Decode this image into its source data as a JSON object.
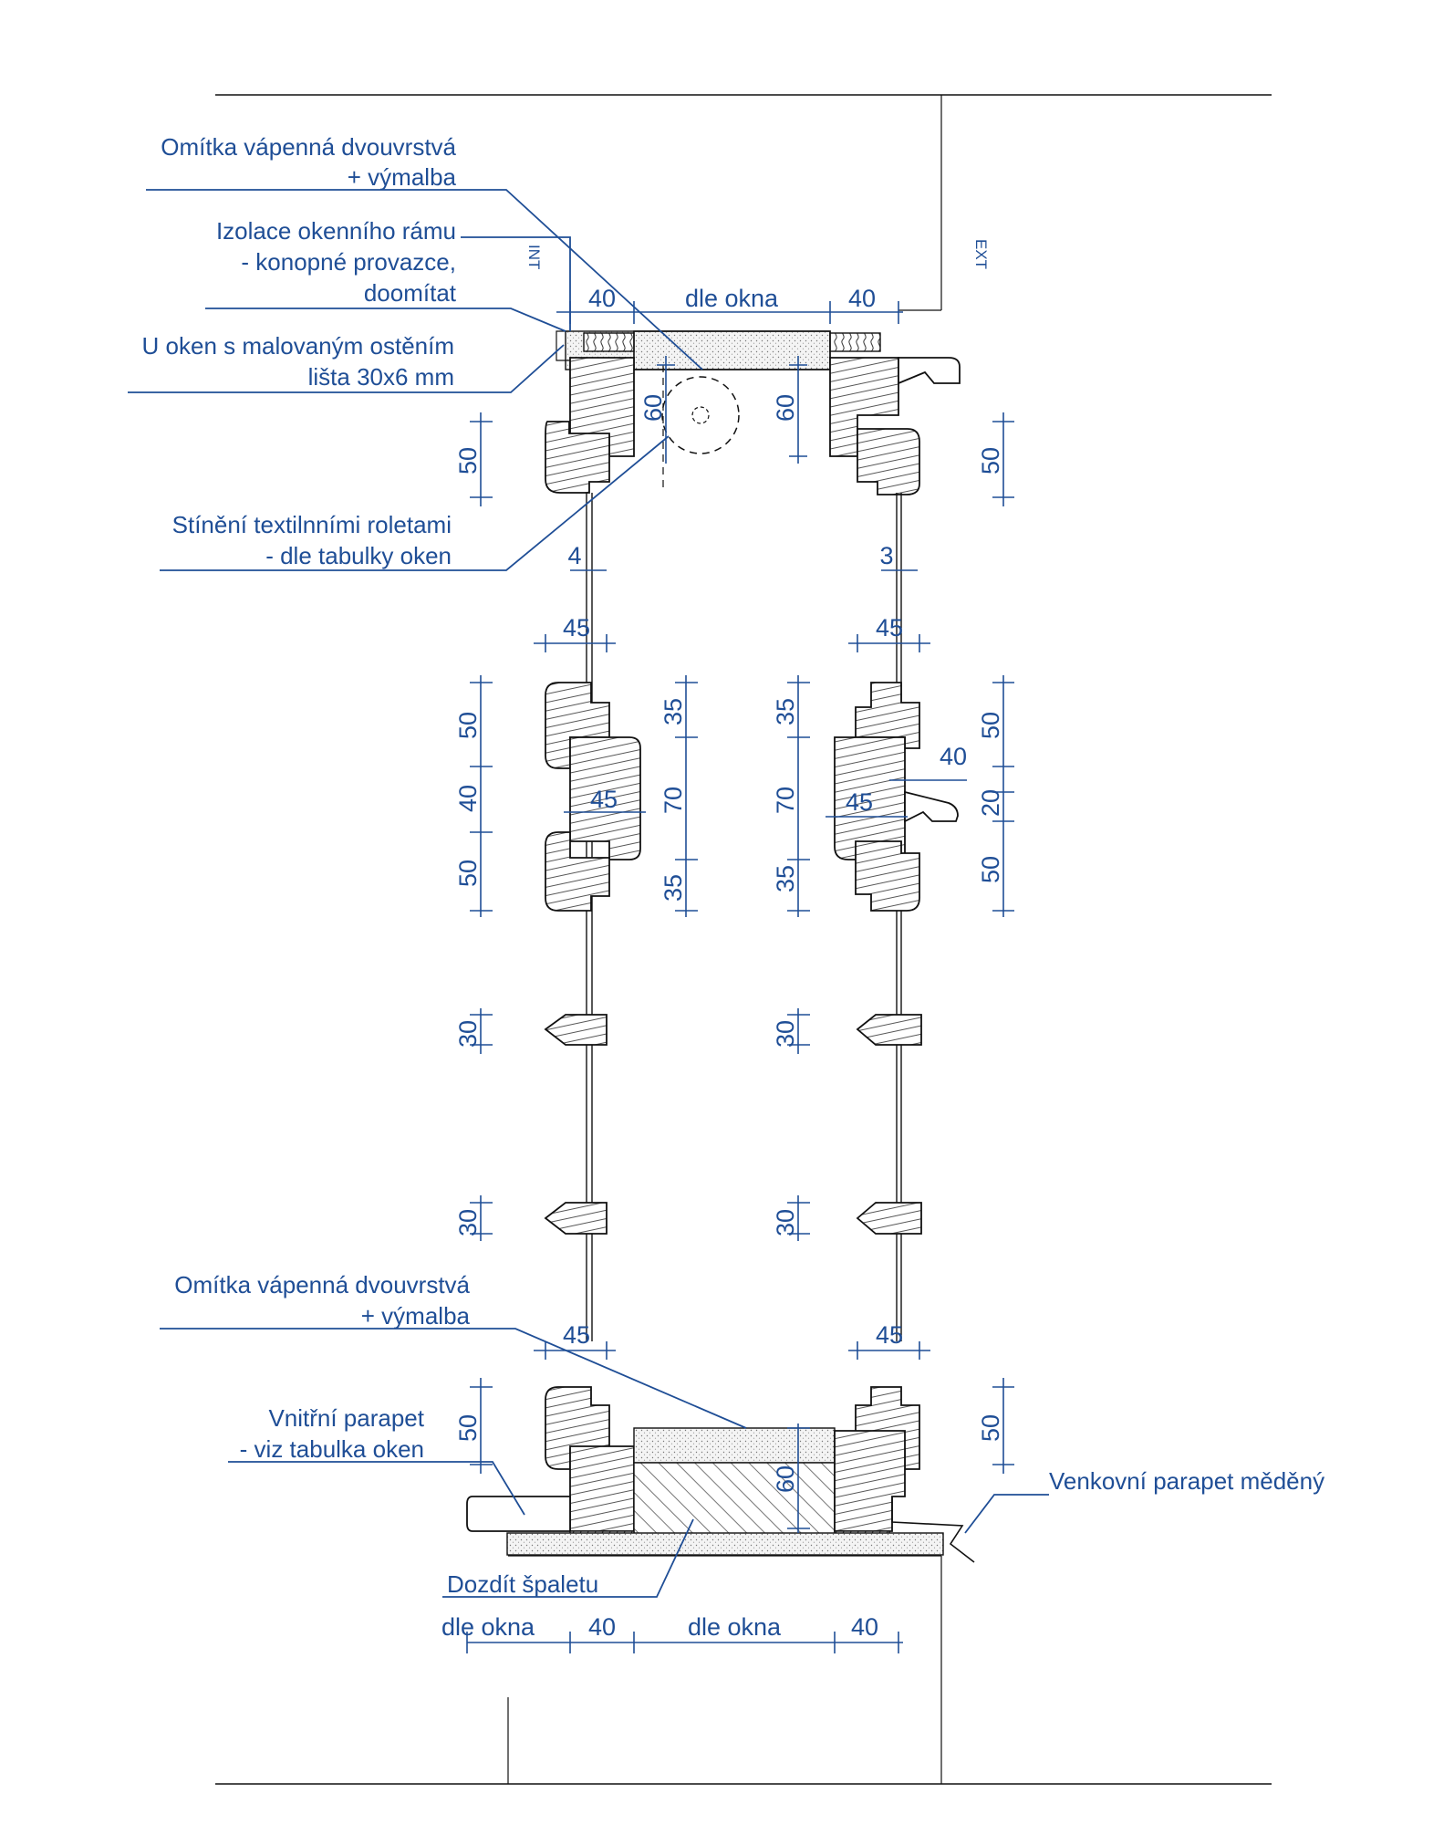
{
  "side_labels": {
    "interior": "INT",
    "exterior": "EXT"
  },
  "callouts": {
    "plaster_top": [
      "Omítka vápenná dvouvrstvá",
      "+ výmalba"
    ],
    "frame_insulation": [
      "Izolace okenního rámu",
      "- konopné provazce,",
      "doomítat"
    ],
    "painted_reveal": [
      "U oken s malovaným ostěním",
      "lišta 30x6 mm"
    ],
    "shading": [
      "Stínění textilnními roletami",
      "- dle tabulky oken"
    ],
    "plaster_bottom": [
      "Omítka vápenná dvouvrstvá",
      "+ výmalba"
    ],
    "inner_sill": [
      "Vnitřní parapet",
      "- viz tabulka oken"
    ],
    "outer_sill": "Venkovní parapet měděný",
    "rebuild_reveal": "Dozdít špaletu"
  },
  "dimensions": {
    "top_chain": [
      "40",
      "dle okna",
      "40"
    ],
    "bottom_chain": [
      "dle okna",
      "40",
      "dle okna",
      "40"
    ],
    "head_left": "50",
    "head_right": "50",
    "head_depth_left": "60",
    "head_depth_right": "60",
    "glass_left": "4",
    "glass_right": "3",
    "sash_width_left_top": "45",
    "sash_width_right_top": "45",
    "meeting_left": [
      "50",
      "40",
      "50"
    ],
    "meeting_left_inner": [
      "35",
      "70",
      "35"
    ],
    "meeting_right_inner": [
      "35",
      "70",
      "35"
    ],
    "meeting_right": [
      "50",
      "20",
      "50"
    ],
    "mullion_left": "45",
    "mullion_right": "45",
    "drip_right": "40",
    "bar1_left": "30",
    "bar1_right": "30",
    "bar2_left": "30",
    "bar2_right": "30",
    "sill_sash_left": "45",
    "sill_sash_right": "45",
    "sill_left": "50",
    "sill_right": "50",
    "sill_depth": "60"
  }
}
